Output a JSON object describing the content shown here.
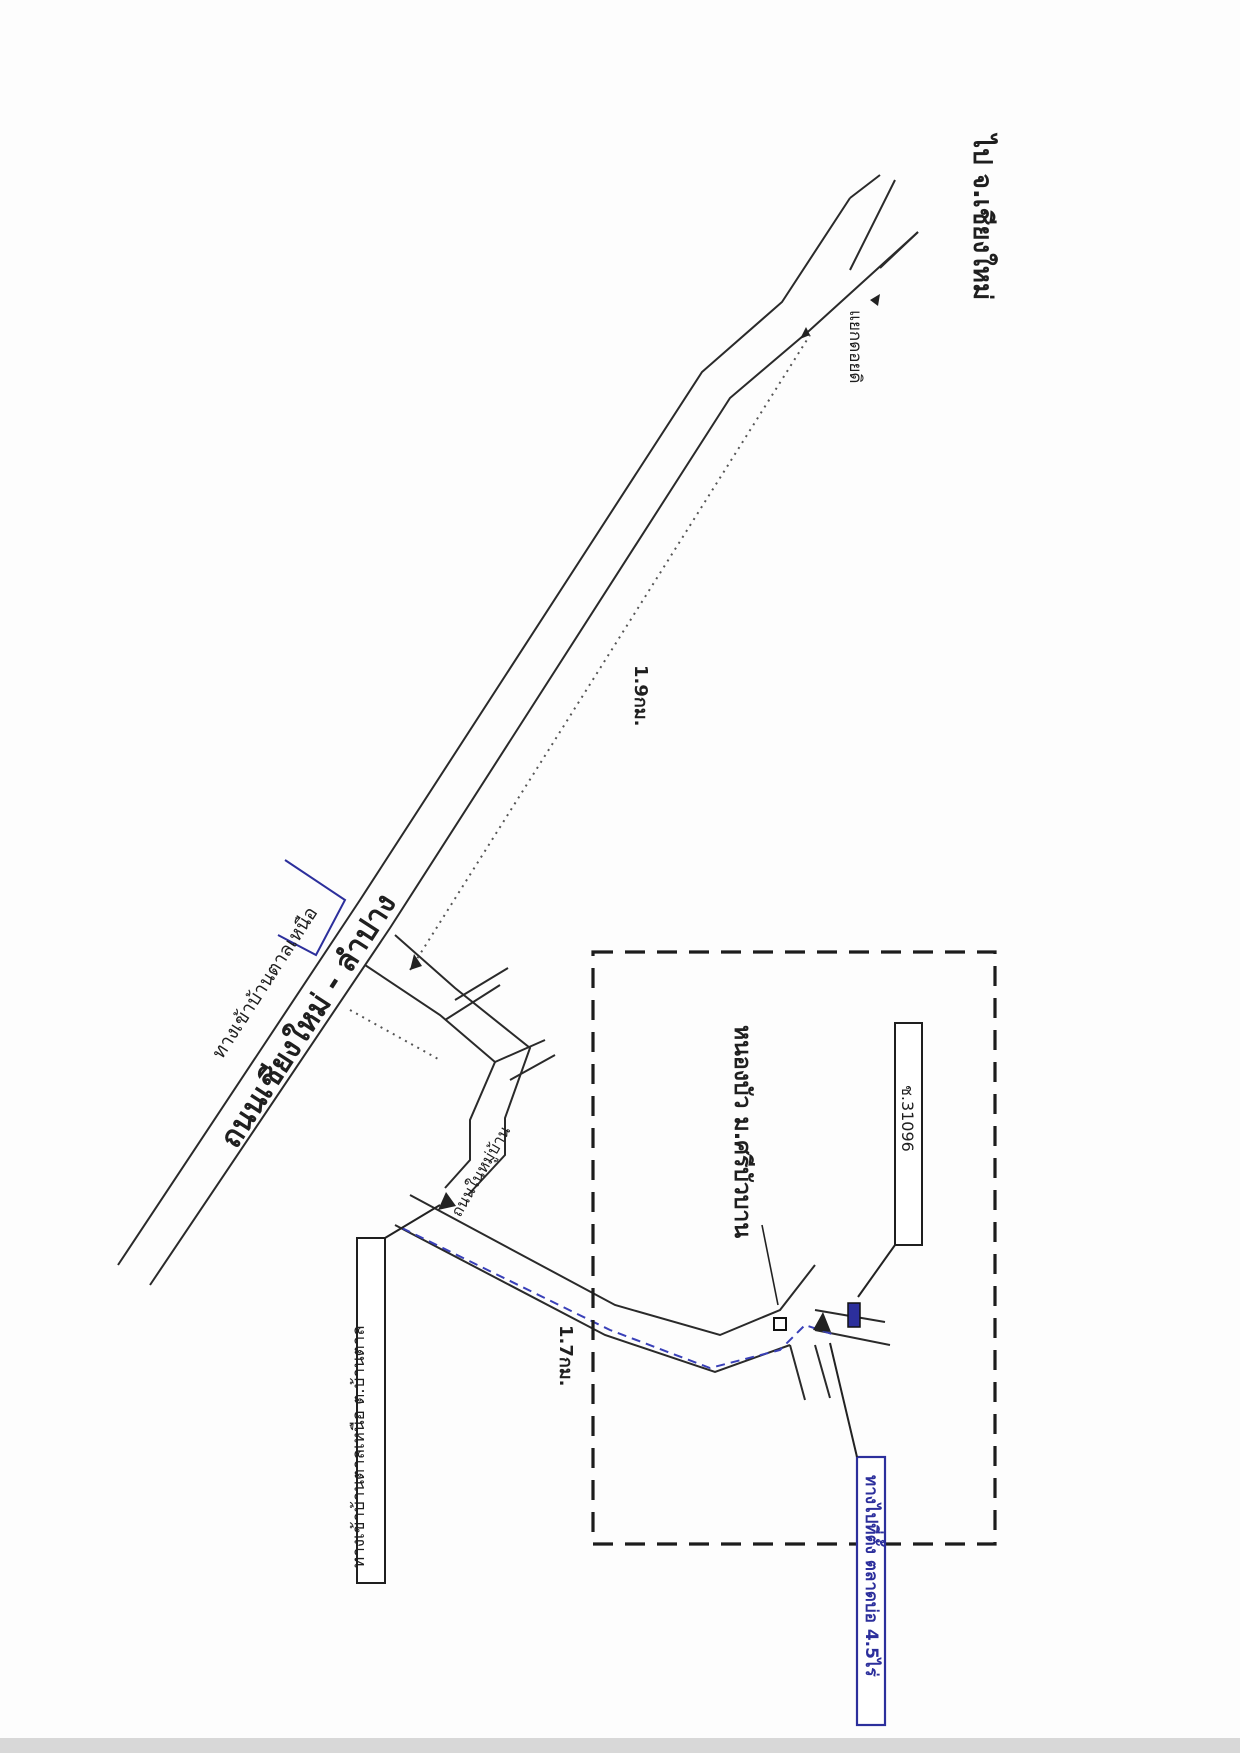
{
  "labels": {
    "to_city": "ไป จ.เชียงใหม่",
    "junction": "แยกดอยดิ",
    "distance_main": "1.9กม.",
    "main_road": "ถนนเชียงใหม่ - ลำปาง",
    "side_note": "ทางเข้าบ้านตาลเหนือ",
    "village_box": "ทางเข้าบ้านตาลเหนือ ต.บ้านตาล",
    "side_road": "ถนนในหมู่บ้าน",
    "distance_side": "1.7กม.",
    "area_label": "หนองบัว ม.ศรีบัวบาน",
    "road_code": "ช.31096",
    "site_label": "ทางไปที่ตั้ง ตลาดบ่อ 4.5ไร่"
  },
  "colors": {
    "ink": "#1f1f1f",
    "route_blue": "#3940b8",
    "paper": "#fdfdfd"
  },
  "icons": [
    "arrow-marker-icon",
    "building-marker-icon",
    "site-marker-icon",
    "direction-arrow-icon"
  ]
}
